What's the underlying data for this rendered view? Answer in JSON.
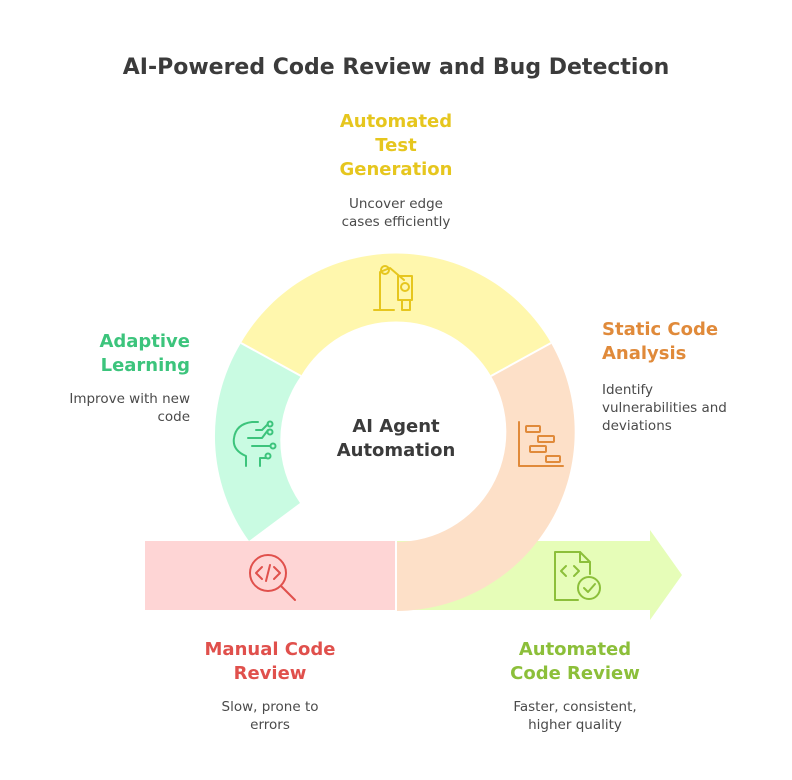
{
  "title": "AI-Powered Code Review and Bug Detection",
  "center": {
    "line1": "AI Agent",
    "line2": "Automation"
  },
  "stages": {
    "test_generation": {
      "title_lines": [
        "Automated",
        "Test",
        "Generation"
      ],
      "desc_lines": [
        "Uncover edge",
        "cases efficiently"
      ],
      "color": "#e6c61e",
      "fill": "#fff7ad",
      "icon": "robot-arm-icon"
    },
    "static_analysis": {
      "title_lines": [
        "Static Code",
        "Analysis"
      ],
      "desc_lines": [
        "Identify",
        "vulnerabilities and",
        "deviations"
      ],
      "color": "#e08a3a",
      "fill": "#fde0c8",
      "icon": "gantt-chart-icon"
    },
    "adaptive_learning": {
      "title_lines": [
        "Adaptive",
        "Learning"
      ],
      "desc_lines": [
        "Improve with new",
        "code"
      ],
      "color": "#3cc47c",
      "fill": "#c9fbe2",
      "icon": "brain-circuit-icon"
    },
    "manual_review": {
      "title_lines": [
        "Manual Code",
        "Review"
      ],
      "desc_lines": [
        "Slow, prone to",
        "errors"
      ],
      "color": "#e0504c",
      "fill": "#fed5d5",
      "icon": "code-search-icon"
    },
    "automated_review": {
      "title_lines": [
        "Automated",
        "Code Review"
      ],
      "desc_lines": [
        "Faster, consistent,",
        "higher quality"
      ],
      "color": "#8cbf3a",
      "fill": "#e6fdb8",
      "icon": "code-file-check-icon"
    }
  }
}
